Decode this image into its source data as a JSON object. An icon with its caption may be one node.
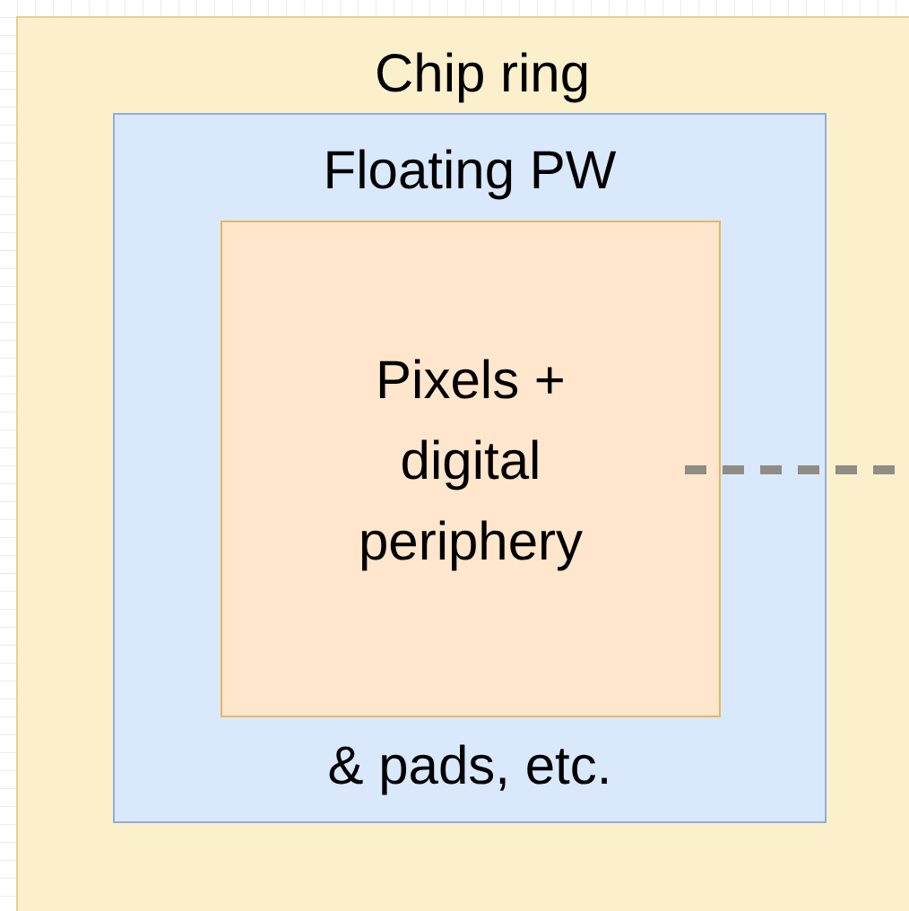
{
  "diagram": {
    "nodes": [
      {
        "text": [
          "Chip ring"
        ]
      },
      {
        "text": [
          "Floating PW",
          "& pads, etc."
        ],
        "in": 0
      },
      {
        "text": [
          "Pixels + digital periphery"
        ],
        "in": 1
      }
    ]
  }
}
